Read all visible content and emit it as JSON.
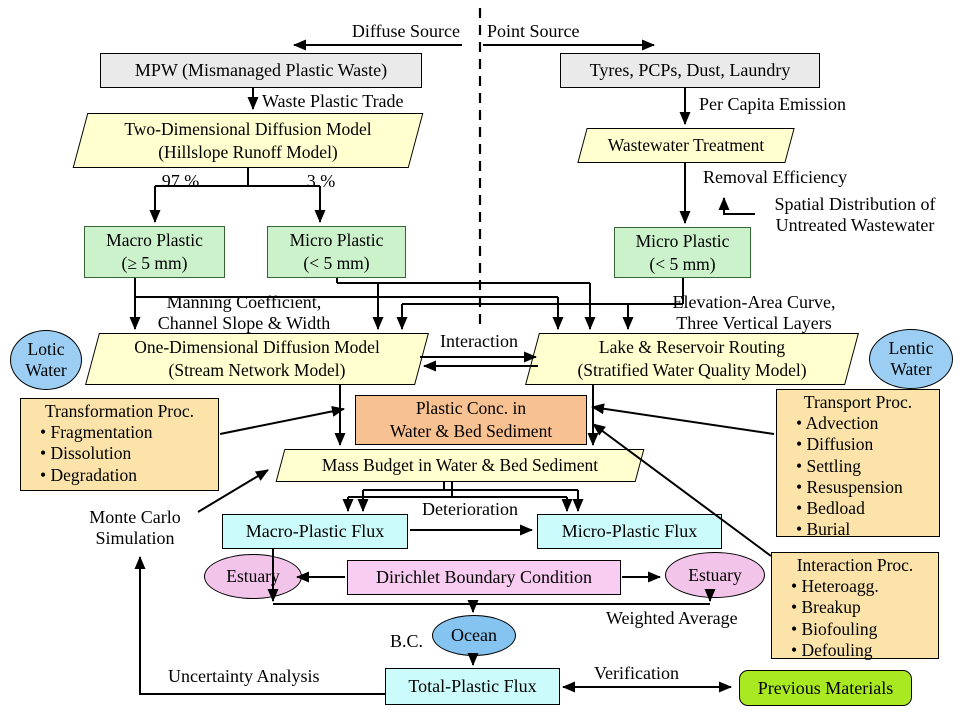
{
  "labels": {
    "diffuse_source": "Diffuse Source",
    "point_source": "Point Source",
    "waste_plastic_trade": "Waste Plastic Trade",
    "per_capita_emission": "Per Capita Emission",
    "pct_macro": "97 %",
    "pct_micro": "3 %",
    "removal_efficiency": "Removal Efficiency",
    "spatial_line1": "Spatial Distribution of",
    "spatial_line2": "Untreated Wastewater",
    "manning_line1": "Manning Coefficient,",
    "manning_line2": "Channel Slope & Width",
    "elevation_line1": "Elevation-Area Curve,",
    "elevation_line2": "Three Vertical Layers",
    "interaction": "Interaction",
    "monte_carlo_line1": "Monte Carlo",
    "monte_carlo_line2": "Simulation",
    "deterioration": "Deterioration",
    "weighted_average": "Weighted Average",
    "bc": "B.C.",
    "uncertainty_analysis": "Uncertainty Analysis",
    "verification": "Verification"
  },
  "nodes": {
    "mpw": {
      "label": "MPW (Mismanaged Plastic Waste)"
    },
    "tyres": {
      "label": "Tyres, PCPs, Dust, Laundry"
    },
    "two_dim": {
      "line1": "Two-Dimensional Diffusion Model",
      "line2": "(Hillslope Runoff Model)"
    },
    "wastewater": {
      "label": "Wastewater Treatment"
    },
    "macro_plastic": {
      "line1": "Macro Plastic",
      "line2": "(≥ 5 mm)"
    },
    "micro_plastic_left": {
      "line1": "Micro Plastic",
      "line2": "(< 5 mm)"
    },
    "micro_plastic_right": {
      "line1": "Micro Plastic",
      "line2": "(< 5 mm)"
    },
    "lotic": {
      "line1": "Lotic",
      "line2": "Water"
    },
    "one_dim": {
      "line1": "One-Dimensional Diffusion Model",
      "line2": "(Stream Network Model)"
    },
    "lake": {
      "line1": "Lake & Reservoir Routing",
      "line2": "(Stratified Water Quality Model)"
    },
    "lentic": {
      "line1": "Lentic",
      "line2": "Water"
    },
    "transformation": {
      "title": "Transformation Proc.",
      "items": [
        "• Fragmentation",
        "• Dissolution",
        "• Degradation"
      ]
    },
    "plastic_conc": {
      "line1": "Plastic Conc. in",
      "line2": "Water & Bed Sediment"
    },
    "mass_budget": {
      "label": "Mass Budget in Water & Bed Sediment"
    },
    "transport": {
      "title": "Transport Proc.",
      "items": [
        "• Advection",
        "• Diffusion",
        "• Settling",
        "• Resuspension",
        "• Bedload",
        "• Burial"
      ]
    },
    "interaction_proc": {
      "title": "Interaction Proc.",
      "items": [
        "• Heteroagg.",
        "• Breakup",
        "• Biofouling",
        "• Defouling"
      ]
    },
    "macro_flux": {
      "label": "Macro-Plastic Flux"
    },
    "micro_flux": {
      "label": "Micro-Plastic Flux"
    },
    "estuary_left": {
      "label": "Estuary"
    },
    "dirichlet": {
      "label": "Dirichlet Boundary Condition"
    },
    "estuary_right": {
      "label": "Estuary"
    },
    "ocean": {
      "label": "Ocean"
    },
    "total_flux": {
      "label": "Total-Plastic Flux"
    },
    "previous_materials": {
      "label": "Previous Materials"
    }
  },
  "colors": {
    "background": "#FFFFFF",
    "source_box": "#EAEAEA",
    "model_parallelogram": "#FFFFCF",
    "plastic_box": "#CCF2CC",
    "water_ellipse": "#9CCEF4",
    "process_box": "#FBE3A9",
    "concentration_box": "#F8C191",
    "flux_box": "#CCFBFB",
    "boundary_box": "#F9CCF2",
    "estuary_ellipse": "#F3C4EA",
    "ocean_ellipse": "#85C4F0",
    "previous_materials_box": "#A9E922",
    "line": "#000000"
  }
}
